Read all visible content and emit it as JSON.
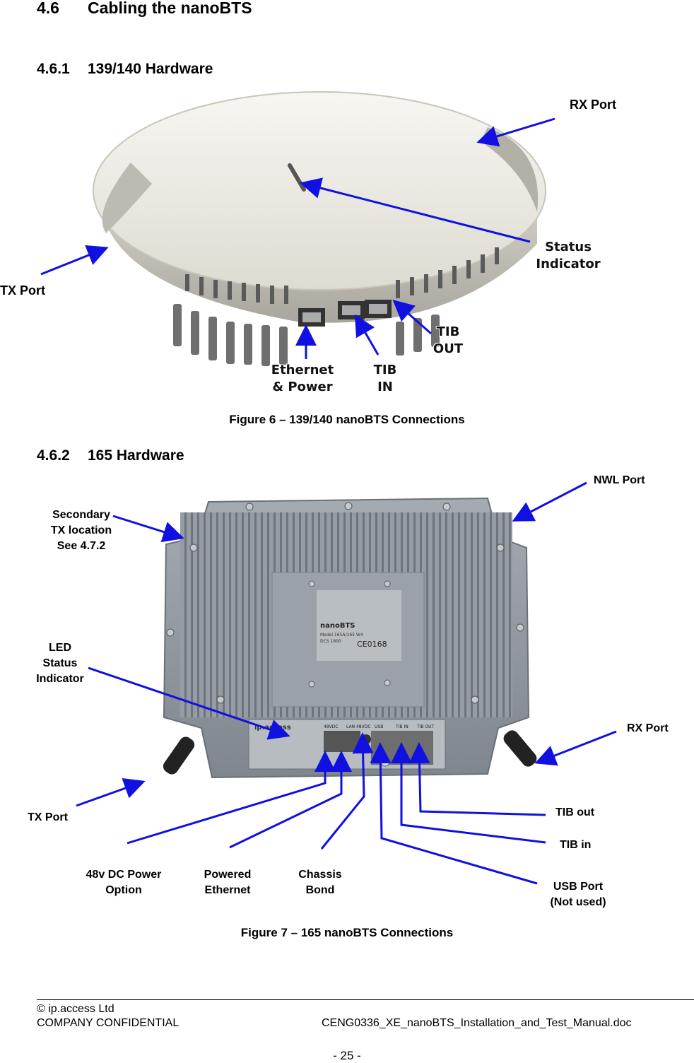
{
  "section": {
    "number": "4.6",
    "title": "Cabling the nanoBTS"
  },
  "sub1": {
    "number": "4.6.1",
    "title": "139/140 Hardware"
  },
  "sub2": {
    "number": "4.6.2",
    "title": "165 Hardware"
  },
  "figure1": {
    "caption": "Figure 6 – 139/140 nanoBTS Connections",
    "labels": {
      "rx_port": "RX Port",
      "tx_port": "TX Port",
      "status_indicator_1": "Status",
      "status_indicator_2": "Indicator",
      "tib_out_1": "TIB",
      "tib_out_2": "OUT",
      "tib_in_1": "TIB",
      "tib_in_2": "IN",
      "ethernet_1": "Ethernet",
      "ethernet_2": "& Power"
    }
  },
  "figure2": {
    "caption": "Figure 7 – 165 nanoBTS Connections",
    "labels": {
      "nwl_port": "NWL Port",
      "secondary_tx_1": "Secondary",
      "secondary_tx_2": "TX location",
      "secondary_tx_3": "See 4.7.2",
      "led_1": "LED",
      "led_2": "Status",
      "led_3": "Indicator",
      "rx_port": "RX Port",
      "tx_port": "TX Port",
      "tib_out": "TIB out",
      "tib_in": "TIB in",
      "usb_1": "USB Port",
      "usb_2": "(Not used)",
      "dc_1": "48v DC Power",
      "dc_2": "Option",
      "poe_1": "Powered",
      "poe_2": "Ethernet",
      "chassis_1": "Chassis",
      "chassis_2": "Bond"
    },
    "device_text": {
      "brand": "nanoBTS",
      "model": "Model 165A/165 W4",
      "band": "DCS 1800",
      "ce": "CE0168",
      "maker": "ip.access",
      "ports": [
        "48VDC",
        "LAN 48VDC",
        "USB",
        "TIB IN",
        "TIB OUT"
      ]
    }
  },
  "footer": {
    "copyright": "© ip.access Ltd",
    "confidential": "COMPANY CONFIDENTIAL",
    "docname": "CENG0336_XE_nanoBTS_Installation_and_Test_Manual.doc",
    "page": "- 25 -"
  },
  "colors": {
    "arrow": "#1010e0",
    "device_light": "#e9e7df",
    "device_metal": "#8e959c"
  }
}
